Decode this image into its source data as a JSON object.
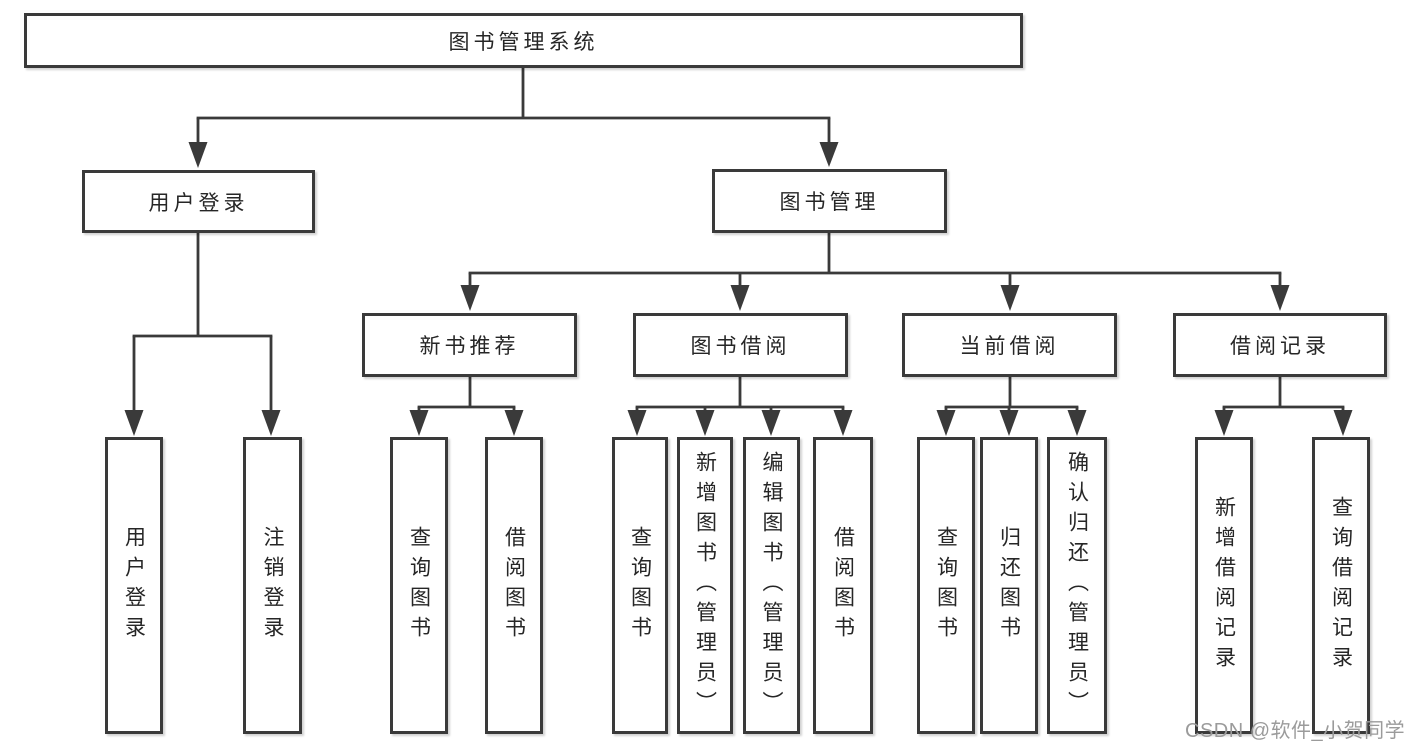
{
  "tree": {
    "label": "图书管理系统",
    "children": [
      {
        "label": "用户登录",
        "children": [
          {
            "label": "用户登录"
          },
          {
            "label": "注销登录"
          }
        ]
      },
      {
        "label": "图书管理",
        "children": [
          {
            "label": "新书推荐",
            "children": [
              {
                "label": "查询图书"
              },
              {
                "label": "借阅图书"
              }
            ]
          },
          {
            "label": "图书借阅",
            "children": [
              {
                "label": "查询图书"
              },
              {
                "label": "新增图书（管理员）"
              },
              {
                "label": "编辑图书（管理员）"
              },
              {
                "label": "借阅图书"
              }
            ]
          },
          {
            "label": "当前借阅",
            "children": [
              {
                "label": "查询图书"
              },
              {
                "label": "归还图书"
              },
              {
                "label": "确认归还（管理员）"
              }
            ]
          },
          {
            "label": "借阅记录",
            "children": [
              {
                "label": "新增借阅记录"
              },
              {
                "label": "查询借阅记录"
              }
            ]
          }
        ]
      }
    ]
  },
  "watermark": {
    "text": "CSDN @软件_小贺同学"
  },
  "colors": {
    "line": "#3a3a3a",
    "box_border": "#3a3a3a",
    "text": "#262626",
    "watermark": "#9b9b9b",
    "background": "#ffffff"
  }
}
